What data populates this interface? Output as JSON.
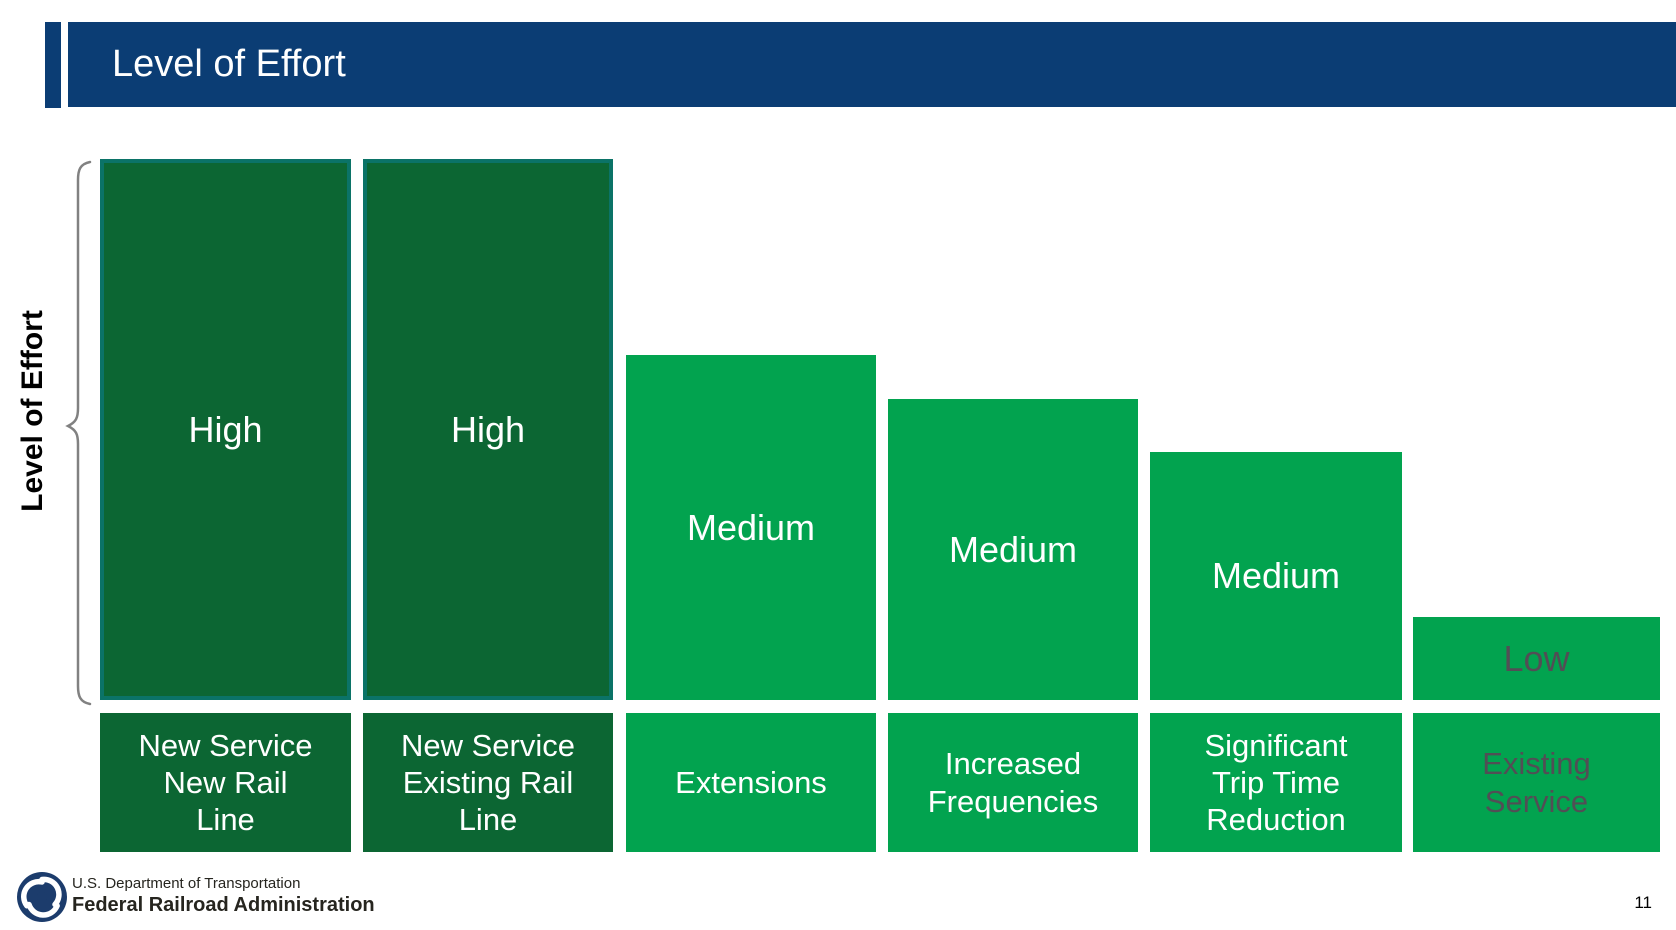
{
  "slide": {
    "title": "Level of Effort",
    "page_number": "11"
  },
  "y_axis": {
    "label": "Level of Effort"
  },
  "chart_data": {
    "type": "bar",
    "title": "Level of Effort",
    "xlabel": "",
    "ylabel": "Level of Effort",
    "legend": false,
    "grid": false,
    "value_scale": "qualitative",
    "categories": [
      "New Service\nNew Rail\nLine",
      "New Service\nExisting Rail\nLine",
      "Extensions",
      "Increased\nFrequencies",
      "Significant\nTrip Time\nReduction",
      "Existing\nService"
    ],
    "levels": [
      "High",
      "High",
      "Medium",
      "Medium",
      "Medium",
      "Low"
    ],
    "relative_heights": [
      1.0,
      1.0,
      0.64,
      0.56,
      0.46,
      0.15
    ],
    "bar_colors": [
      "#0c6633",
      "#0c6633",
      "#02a34f",
      "#02a34f",
      "#02a34f",
      "#02a34f"
    ],
    "bar_border_colors": [
      "#0b7367",
      "#0b7367",
      "none",
      "none",
      "none",
      "none"
    ],
    "label_text_colors": [
      "#ffffff",
      "#ffffff",
      "#ffffff",
      "#ffffff",
      "#ffffff",
      "#524e55"
    ]
  },
  "colors": {
    "header_blue": "#0b3d74",
    "dark_green": "#0c6633",
    "teal_border": "#0b7367",
    "bright_green": "#02a34f",
    "gray_text": "#524e55",
    "bracket_gray": "#818181",
    "logo_navy": "#1c3c6c"
  },
  "footer": {
    "agency_line1": "U.S. Department of Transportation",
    "agency_line2": "Federal Railroad Administration"
  }
}
